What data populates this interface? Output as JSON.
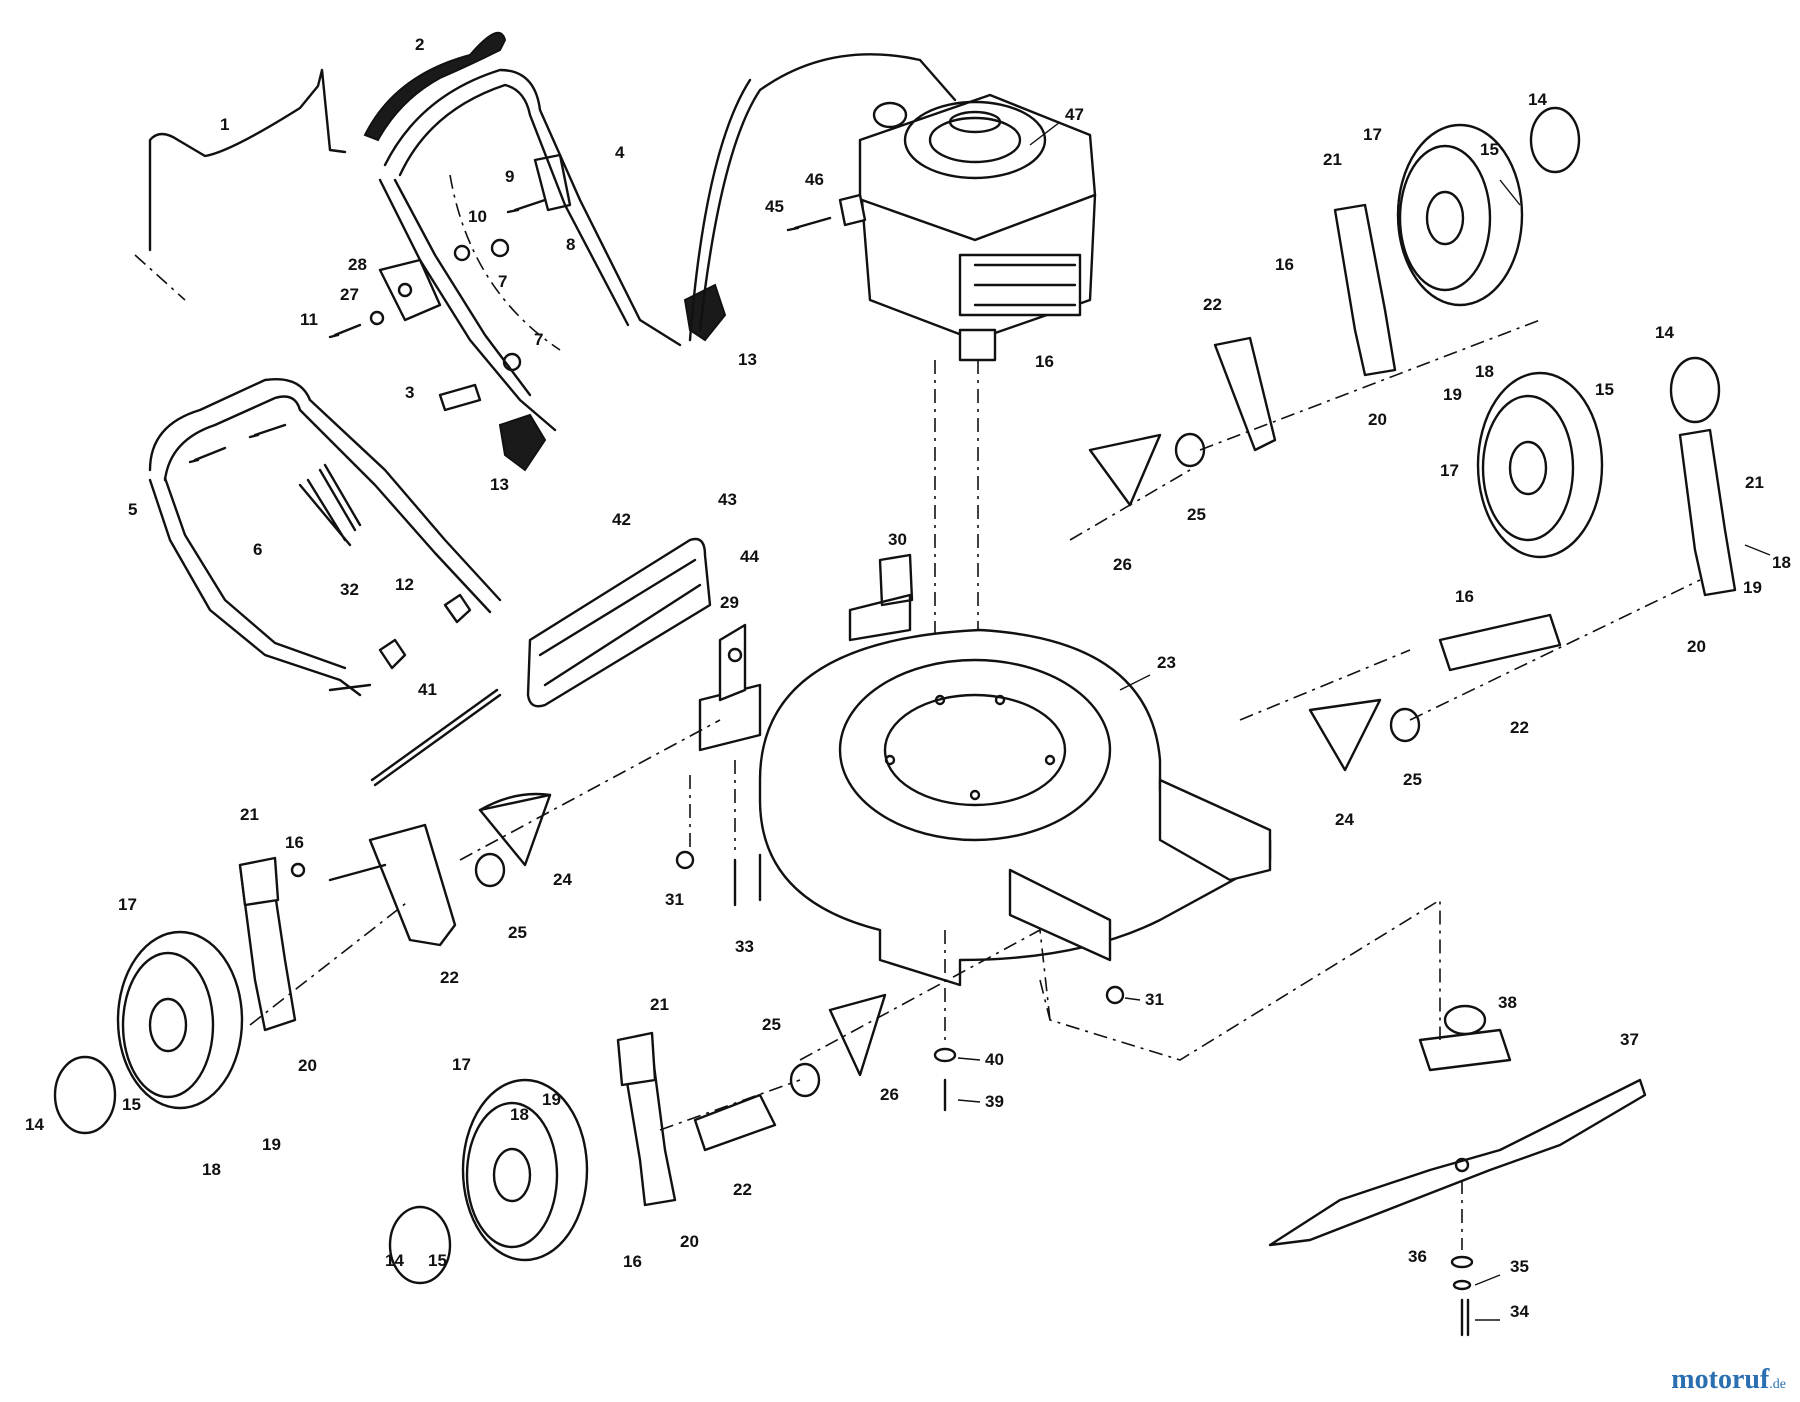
{
  "watermark": {
    "brand": "motoruf",
    "suffix": ".de",
    "colors": {
      "brand": "#2a6fb0",
      "suffix": "#2a6fb0"
    }
  },
  "callouts": [
    "1",
    "2",
    "3",
    "4",
    "5",
    "6",
    "7",
    "7",
    "8",
    "9",
    "10",
    "11",
    "12",
    "13",
    "13",
    "14",
    "14",
    "14",
    "14",
    "15",
    "15",
    "15",
    "15",
    "16",
    "16",
    "16",
    "16",
    "16",
    "17",
    "17",
    "17",
    "17",
    "18",
    "18",
    "18",
    "18",
    "19",
    "19",
    "19",
    "19",
    "20",
    "20",
    "20",
    "20",
    "21",
    "21",
    "21",
    "21",
    "22",
    "22",
    "22",
    "22",
    "23",
    "24",
    "24",
    "25",
    "25",
    "25",
    "25",
    "26",
    "26",
    "27",
    "28",
    "29",
    "30",
    "31",
    "31",
    "32",
    "33",
    "34",
    "35",
    "36",
    "37",
    "38",
    "39",
    "40",
    "41",
    "42",
    "43",
    "44",
    "45",
    "46",
    "47"
  ]
}
